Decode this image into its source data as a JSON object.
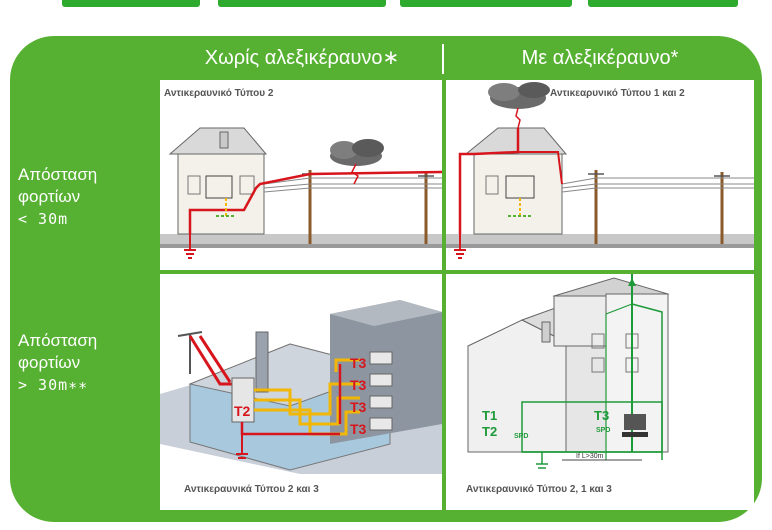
{
  "columns": {
    "left": "Χωρίς αλεξικέραυνο∗",
    "right": "Με αλεξικέραυνο*"
  },
  "rows": {
    "top": {
      "line1": "Απόσταση",
      "line2": "φορτίων",
      "line3": "< 30m"
    },
    "bottom": {
      "line1": "Απόσταση",
      "line2": "φορτίων",
      "line3": "> 30m∗∗"
    }
  },
  "panels": {
    "tl": "Αντικεραυνικό Τύπου 2",
    "tr": "Αντικεαρυνικό Τύπου 1 και 2",
    "bl": "Αντικεραυνικά Τύπου 2 και 3",
    "br": "Αντικεραυνικό Τύπου  2, 1 και 3"
  },
  "labels": {
    "t2": "T2",
    "t3": "T3",
    "t1": "T1",
    "spd": "SPD",
    "distance": "If L>30m"
  },
  "colors": {
    "green": "#56b031",
    "red": "#d7151c",
    "yellow": "#f2b705"
  }
}
